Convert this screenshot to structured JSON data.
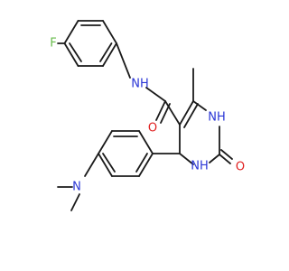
{
  "atoms": {
    "F": {
      "label": "F",
      "color": "#66bb4a"
    },
    "NH_amide": {
      "label": "NH",
      "color": "#2a36d6"
    },
    "O_amide": {
      "label": "O",
      "color": "#e02020"
    },
    "NH_ring1": {
      "label": "NH",
      "color": "#2a36d6"
    },
    "NH_ring3": {
      "label": "NH",
      "color": "#2a36d6"
    },
    "O_ring": {
      "label": "O",
      "color": "#e02020"
    },
    "N_amine": {
      "label": "N",
      "color": "#2a36d6"
    }
  },
  "colors": {
    "bond": "#1a1a1a",
    "background": "#ffffff"
  }
}
